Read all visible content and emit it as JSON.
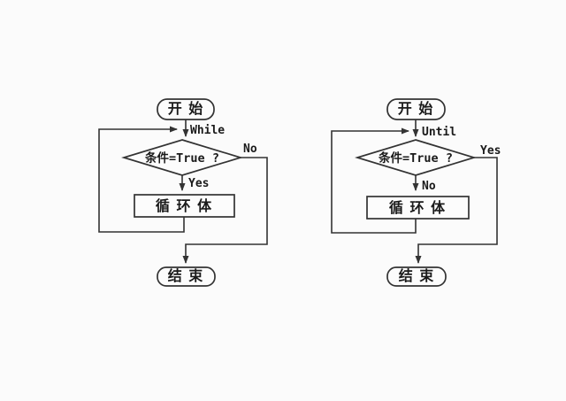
{
  "colors": {
    "background": "#fbfbfb",
    "line": "#333333",
    "text": "#1a1a1a",
    "node_fill": "#fcfcfc"
  },
  "charts": [
    {
      "name": "while-loop-flowchart",
      "start": "开 始",
      "entry_label": "While",
      "condition": "条件=True ?",
      "branch_down": "Yes",
      "branch_side": "No",
      "body": "循 环 体",
      "end": "结 束"
    },
    {
      "name": "until-loop-flowchart",
      "start": "开 始",
      "entry_label": "Until",
      "condition": "条件=True ?",
      "branch_down": "No",
      "branch_side": "Yes",
      "body": "循 环 体",
      "end": "结 束"
    }
  ]
}
